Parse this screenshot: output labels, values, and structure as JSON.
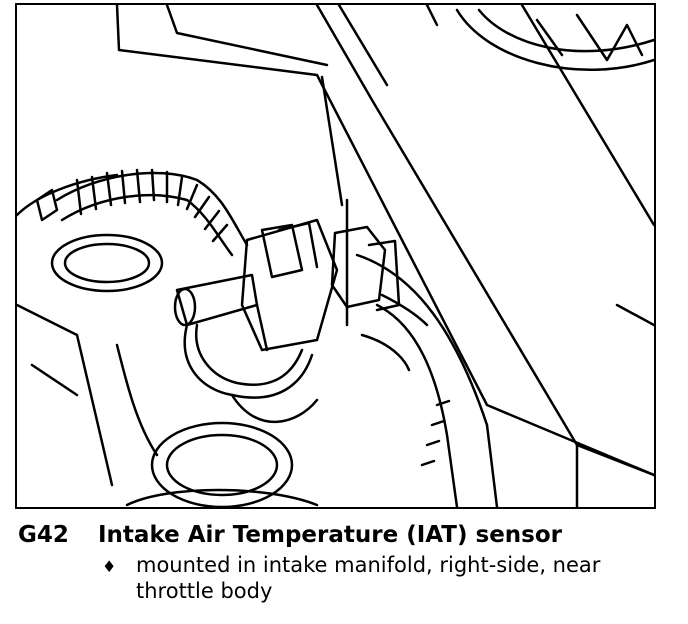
{
  "caption": {
    "code": "G42",
    "name": "Intake Air Temperature (IAT) sensor",
    "bullet": "♦",
    "note": "mounted in intake manifold, right-side, near throttle body"
  }
}
